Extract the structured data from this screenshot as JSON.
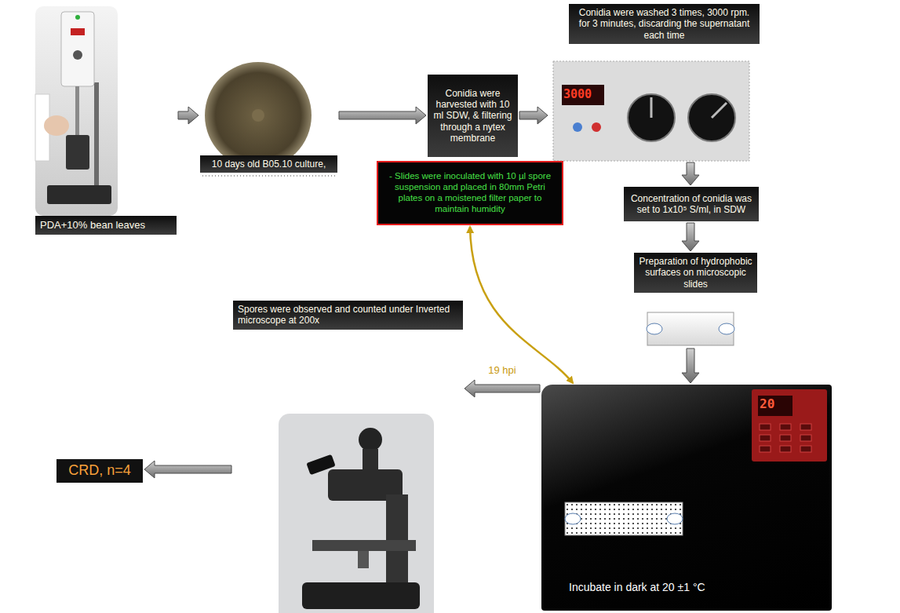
{
  "diagram": {
    "nodes": [
      {
        "text": [
          "PDA+10% bean leaves"
        ]
      },
      {
        "text": [
          "10 days old B05.10 culture,"
        ]
      },
      {
        "text": [
          "Conidia were harvested with 10 ml SDW, & filtering through a nytex membrane"
        ]
      },
      {
        "text": [
          "Conidia were washed 3 times, 3000 rpm. for 3 minutes, discarding the supernatant each time"
        ]
      },
      {
        "text": [
          "Concentration of conidia was set to 1x10⁵ S/ml, in SDW"
        ]
      },
      {
        "text": [
          "Preparation of hydrophobic surfaces on microscopic slides"
        ]
      },
      {
        "text": [
          "- Slides were inoculated with 10 µl spore suspension and placed in 80mm Petri plates on a moistened filter paper to maintain humidity"
        ]
      },
      {
        "text": [
          "Incubate in dark at 20 ±1 °C"
        ]
      },
      {
        "text": [
          "Spores were observed and counted under Inverted microscope at 200x"
        ]
      },
      {
        "text": [
          "CRD, n=4"
        ]
      }
    ],
    "edges": [
      {
        "from": 0,
        "to": 1,
        "arrow": "to"
      },
      {
        "from": 1,
        "to": 2,
        "arrow": "to"
      },
      {
        "from": 2,
        "to": 3,
        "arrow": "to"
      },
      {
        "from": 3,
        "to": 4,
        "arrow": "to"
      },
      {
        "from": 4,
        "to": 5,
        "arrow": "to"
      },
      {
        "from": 5,
        "to": 7,
        "arrow": "to"
      },
      {
        "from": 7,
        "to": 8,
        "label": "19 hpi",
        "arrow": "to"
      },
      {
        "from": 8,
        "to": 9,
        "arrow": "to"
      },
      {
        "from": 6,
        "to": 7,
        "arrow": "both"
      }
    ],
    "labels": [
      "3000",
      "20"
    ]
  }
}
